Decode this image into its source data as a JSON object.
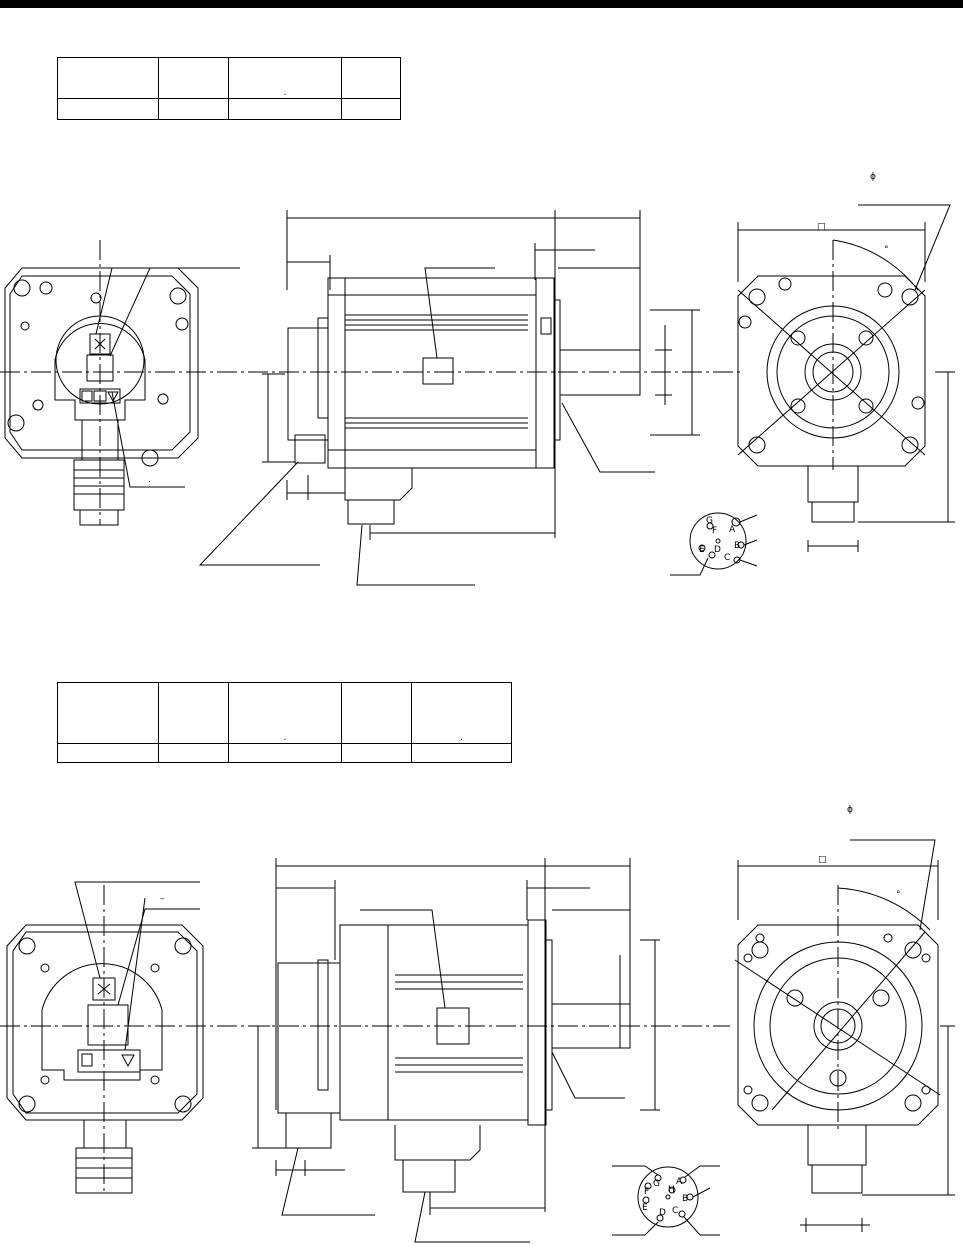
{
  "header": {
    "bar_color": "#000000"
  },
  "table1": {
    "row1": [
      "",
      "",
      ".",
      ""
    ],
    "row2": [
      "",
      "",
      "",
      ""
    ]
  },
  "table2": {
    "row1": [
      "",
      "",
      ".",
      "",
      "."
    ],
    "row2": [
      "",
      "",
      "",
      "",
      ""
    ]
  },
  "drawing1": {
    "phi_label": "ϕ",
    "square_label": "□",
    "degree_label": "°",
    "dot_label": "."
  },
  "drawing2": {
    "phi_label": "ϕ",
    "square_label": "□",
    "degree_label": "°",
    "dash_label": "–"
  },
  "connector1": {
    "pins": [
      "G",
      "A",
      "B",
      "C",
      "D",
      "E",
      "F"
    ]
  },
  "connector2": {
    "pins": [
      "G",
      "A",
      "H",
      "B",
      "C",
      "D",
      "E",
      "F"
    ]
  },
  "icons": [
    "warning-label-icon",
    "grounding-icon",
    "caution-triangle-icon"
  ]
}
